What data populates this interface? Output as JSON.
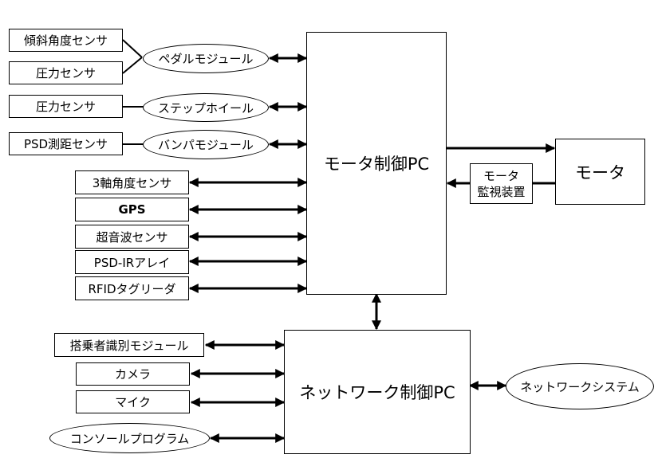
{
  "diagram": {
    "sensors_top": [
      {
        "label": "傾斜角度センサ"
      },
      {
        "label": "圧力センサ"
      },
      {
        "label": "圧力センサ"
      },
      {
        "label": "PSD測距センサ"
      }
    ],
    "modules": [
      {
        "label": "ペダルモジュール"
      },
      {
        "label": "ステップホイール"
      },
      {
        "label": "バンパモジュール"
      }
    ],
    "sensors_direct": [
      {
        "label": "3軸角度センサ"
      },
      {
        "label": "GPS"
      },
      {
        "label": "超音波センサ"
      },
      {
        "label": "PSD-IRアレイ"
      },
      {
        "label": "RFIDタグリーダ"
      }
    ],
    "motor_pc": {
      "label": "モータ制御PC"
    },
    "motor": {
      "label": "モータ"
    },
    "motor_monitor": {
      "line1": "モータ",
      "line2": "監視装置"
    },
    "network_pc": {
      "label": "ネットワーク制御PC"
    },
    "network_inputs": [
      {
        "label": "搭乗者識別モジュール"
      },
      {
        "label": "カメラ"
      },
      {
        "label": "マイク"
      }
    ],
    "console": {
      "label": "コンソールプログラム"
    },
    "network_system": {
      "label": "ネットワークシステム"
    }
  }
}
